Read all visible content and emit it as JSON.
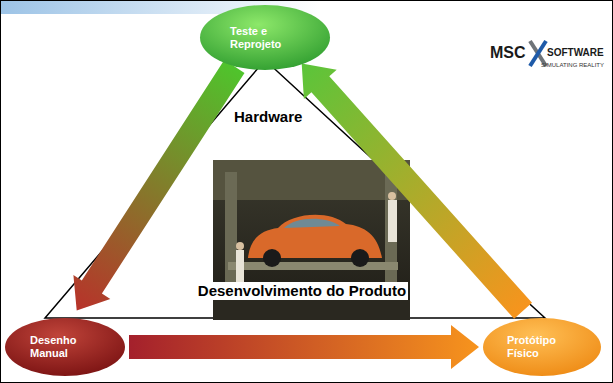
{
  "diagram": {
    "nodes": [
      {
        "text": [
          "Teste e Reprojeto"
        ]
      },
      {
        "text": [
          "Desenho Manual"
        ]
      },
      {
        "text": [
          "Protótipo Físico"
        ]
      }
    ],
    "edges": [
      {
        "from": 0,
        "to": 1,
        "arrow": "to"
      },
      {
        "from": 1,
        "to": 2,
        "arrow": "to"
      },
      {
        "from": 2,
        "to": 0,
        "arrow": "to"
      }
    ],
    "labels": [
      "Hardware",
      "Desenvolvimento do Produto",
      "MSC",
      "SOFTWARE",
      "SIMULATING REALITY"
    ]
  }
}
